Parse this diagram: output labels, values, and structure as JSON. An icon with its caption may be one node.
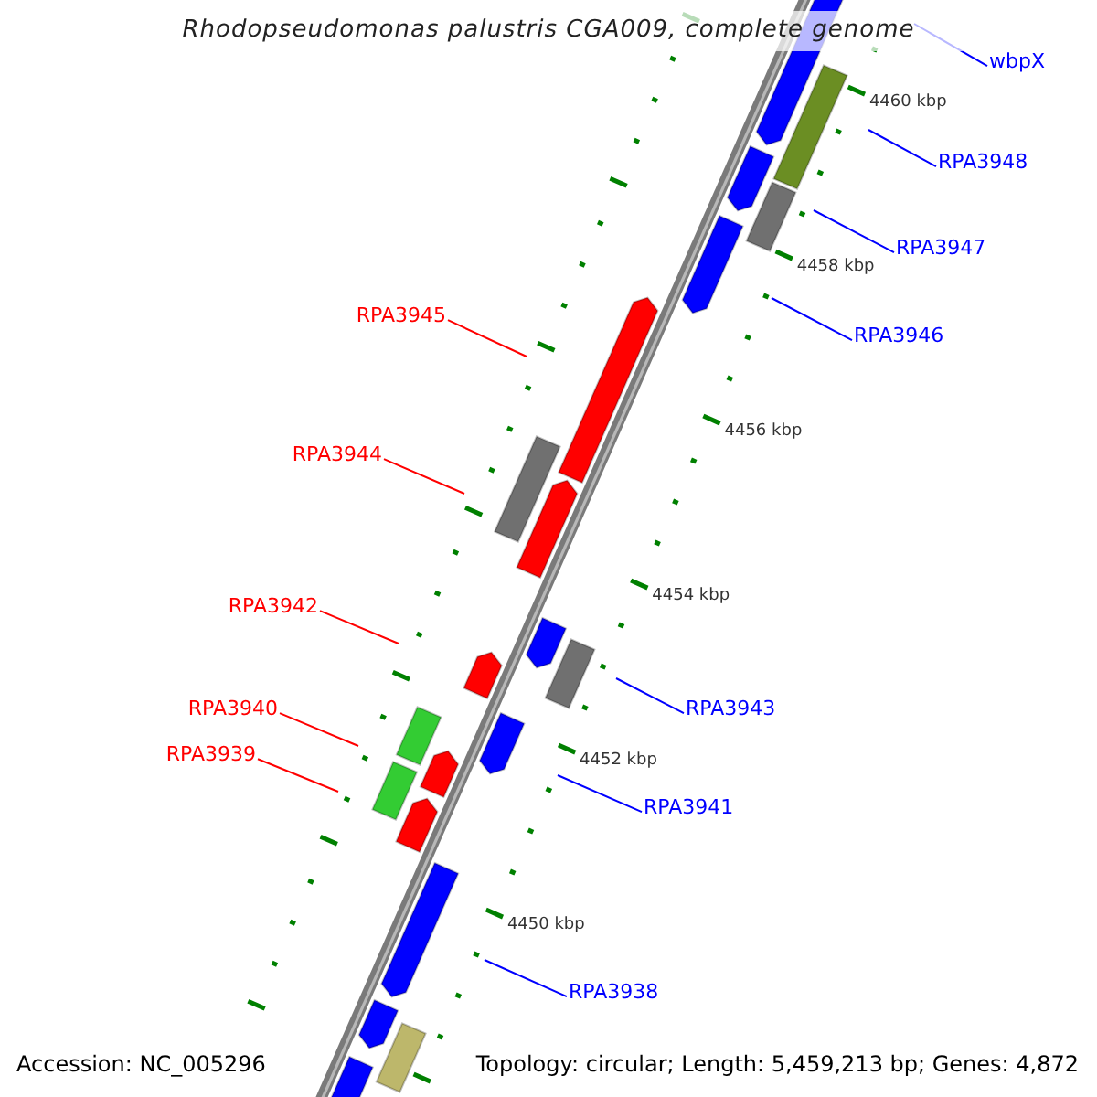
{
  "diagram": {
    "title": "Rhodopseudomonas palustris CGA009, complete genome",
    "nodes": [
      {
        "text": [
          "wbpX"
        ]
      },
      {
        "text": [
          "RPA3948"
        ]
      },
      {
        "text": [
          "RPA3947"
        ]
      },
      {
        "text": [
          "RPA3945"
        ]
      },
      {
        "text": [
          "RPA3946"
        ]
      },
      {
        "text": [
          "RPA3944"
        ]
      },
      {
        "text": [
          "RPA3942"
        ]
      },
      {
        "text": [
          "RPA3943"
        ]
      },
      {
        "text": [
          "RPA3940"
        ]
      },
      {
        "text": [
          "RPA3939"
        ]
      },
      {
        "text": [
          "RPA3941"
        ]
      },
      {
        "text": [
          "RPA3938"
        ]
      }
    ],
    "edges": [
      {
        "from": 0,
        "to": null,
        "arrow": "none"
      },
      {
        "from": 1,
        "to": null,
        "arrow": "none"
      },
      {
        "from": 2,
        "to": null,
        "arrow": "none"
      },
      {
        "from": 3,
        "to": null,
        "arrow": "none",
        "color": "#ff0000"
      },
      {
        "from": 4,
        "to": null,
        "arrow": "none"
      },
      {
        "from": 5,
        "to": null,
        "arrow": "none",
        "color": "#ff0000"
      },
      {
        "from": 6,
        "to": null,
        "arrow": "none",
        "color": "#ff0000"
      },
      {
        "from": 7,
        "to": null,
        "arrow": "none"
      },
      {
        "from": 8,
        "to": null,
        "arrow": "none",
        "color": "#ff0000"
      },
      {
        "from": 9,
        "to": null,
        "arrow": "none",
        "color": "#ff0000"
      },
      {
        "from": 10,
        "to": null,
        "arrow": "none"
      },
      {
        "from": 11,
        "to": null,
        "arrow": "none"
      }
    ],
    "labels": [
      "4460 kbp",
      "4458 kbp",
      "4456 kbp",
      "4454 kbp",
      "4452 kbp",
      "4450 kbp",
      "Accession: NC_005296",
      "Topology: circular; Length: 5,459,213 bp; Genes: 4,872"
    ]
  }
}
